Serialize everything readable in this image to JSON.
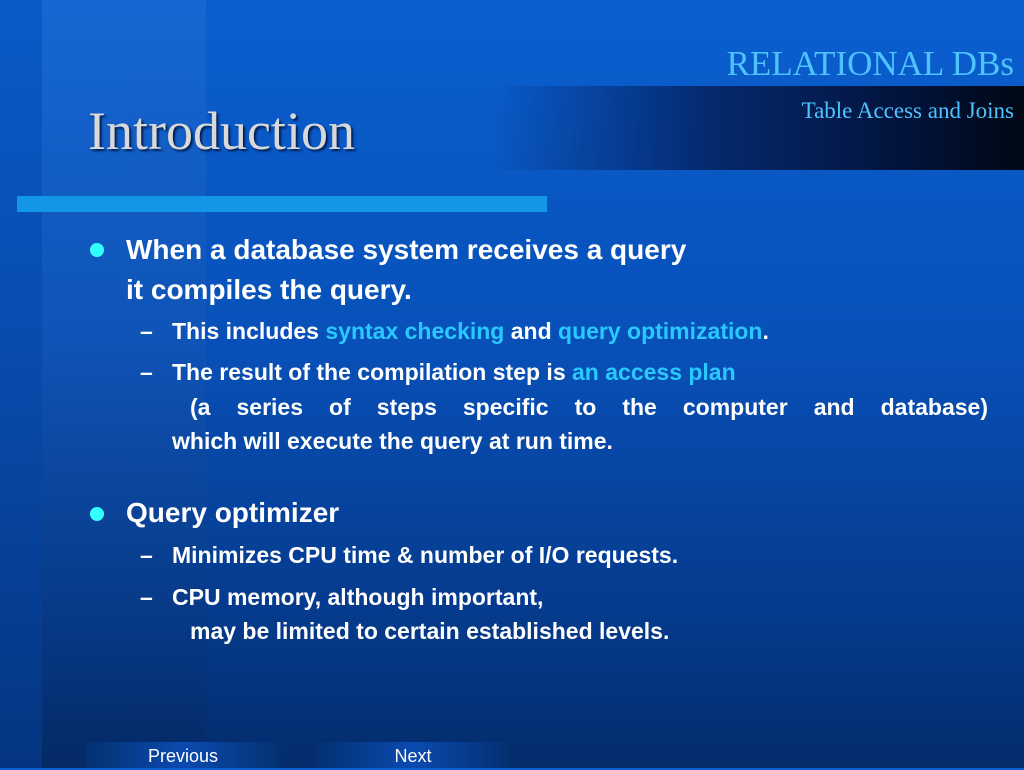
{
  "header": {
    "brand": "RELATIONAL DBs",
    "subtitle": "Table Access and Joins",
    "title": "Introduction"
  },
  "bullets": [
    {
      "line1": "When a database system receives a query",
      "line2": "it compiles the query.",
      "subs": {
        "s1_pre": "This includes ",
        "s1_hl1": "syntax checking",
        "s1_mid": " and ",
        "s1_hl2": "query optimization",
        "s1_post": ".",
        "s2_pre": "The result of the compilation step is ",
        "s2_hl": "an access plan",
        "s2_line2": "(a series of steps specific to the computer and database)",
        "s2_line3": "which will execute the query at run time."
      }
    },
    {
      "line1": "Query optimizer",
      "subs": {
        "s1": "Minimizes CPU time & number of I/O requests.",
        "s2_line1": "CPU memory, although important,",
        "s2_line2": "may be limited to certain established levels."
      }
    }
  ],
  "nav": {
    "previous": "Previous",
    "next": "Next"
  },
  "colors": {
    "accent": "#29c8ff",
    "bullet": "#33ffff",
    "brand": "#4fc3ff"
  }
}
